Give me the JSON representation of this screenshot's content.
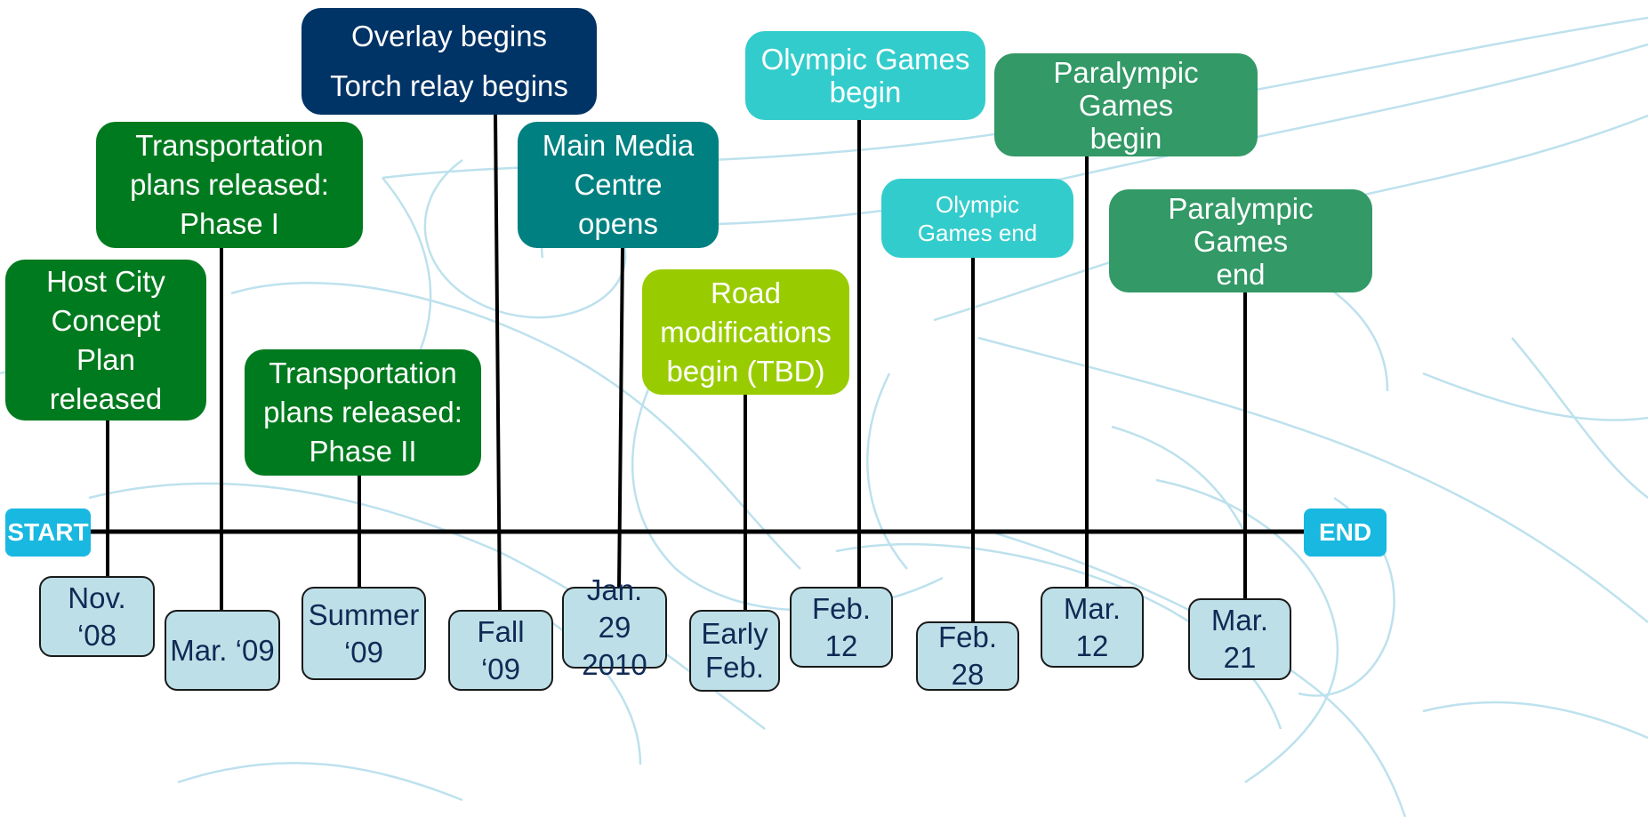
{
  "timeline": {
    "start_label": "START",
    "end_label": "END",
    "events": [
      {
        "lines": [
          "Host City",
          "Concept",
          "Plan",
          "released"
        ],
        "date_lines": [
          "Nov. ‘08"
        ]
      },
      {
        "lines": [
          "Transportation",
          "plans released:",
          "Phase I"
        ],
        "date_lines": [
          "Mar. ‘09"
        ]
      },
      {
        "lines": [
          "Transportation",
          "plans released:",
          "Phase II"
        ],
        "date_lines": [
          "Summer",
          "‘09"
        ]
      },
      {
        "lines": [
          "Overlay begins",
          "Torch relay begins"
        ],
        "date_lines": [
          "Fall ‘09"
        ]
      },
      {
        "lines": [
          "Main Media",
          "Centre",
          "opens"
        ],
        "date_lines": [
          "Jan. 29",
          "2010"
        ]
      },
      {
        "lines": [
          "Road",
          "modifications",
          "begin (TBD)"
        ],
        "date_lines": [
          "Early",
          "Feb."
        ]
      },
      {
        "lines": [
          "Olympic Games",
          "begin"
        ],
        "date_lines": [
          "Feb. 12"
        ]
      },
      {
        "lines": [
          "Olympic",
          "Games end"
        ],
        "date_lines": [
          "Feb. 28"
        ]
      },
      {
        "lines": [
          "Paralympic Games",
          "begin"
        ],
        "date_lines": [
          "Mar. 12"
        ]
      },
      {
        "lines": [
          "Paralympic Games",
          "end"
        ],
        "date_lines": [
          "Mar. 21"
        ]
      }
    ]
  },
  "colors": {
    "dark_green": "#007a1e",
    "navy": "#003366",
    "teal": "#008080",
    "lime": "#99cc00",
    "turquoise": "#33cccc",
    "sea_green": "#339966",
    "date_fill": "#bde0e8",
    "date_text": "#102a55",
    "tag_fill": "#19b8e0",
    "decoration": "#a8d8e8"
  }
}
